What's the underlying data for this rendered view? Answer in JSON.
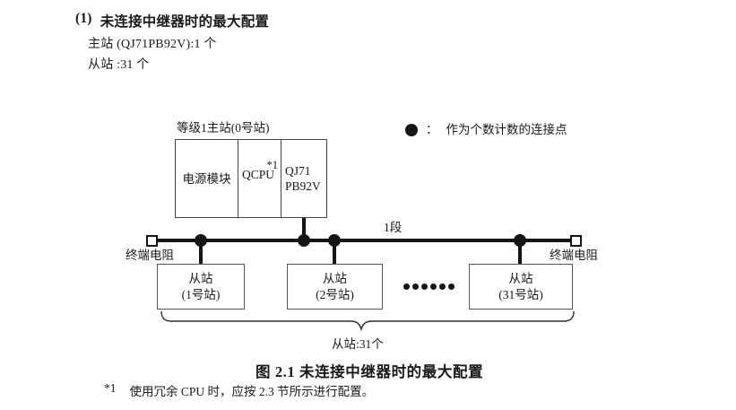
{
  "colors": {
    "ink": "#1a1a1a",
    "line": "#151515",
    "box_border": "#4a4a4a"
  },
  "header": {
    "number": "(1)",
    "title": "未连接中继器时的最大配置",
    "spec_master": "主站 (QJ71PB92V):1 个",
    "spec_slave": "从站 :31 个"
  },
  "legend": {
    "colon": "：",
    "label": "作为个数计数的连接点"
  },
  "master": {
    "label": "等级1主站(0号站)",
    "power_cell": "电源模块",
    "cpu_cell": "QCPU",
    "cpu_note": "*1",
    "module_line1": "QJ71",
    "module_line2": "PB92V"
  },
  "bus": {
    "segment_label": "1段",
    "terminator_left_label": "终端电阻",
    "terminator_right_label": "终端电阻"
  },
  "slaves": {
    "box1_line1": "从站",
    "box1_line2": "(1号站)",
    "box2_line1": "从站",
    "box2_line2": "(2号站)",
    "box3_line1": "从站",
    "box3_line2": "(31号站)",
    "brace_label": "从站:31个"
  },
  "caption": "图 2.1 未连接中继器时的最大配置",
  "footnote": {
    "marker": "*1",
    "text": "使用冗余 CPU 时，应按 2.3 节所示进行配置。"
  }
}
